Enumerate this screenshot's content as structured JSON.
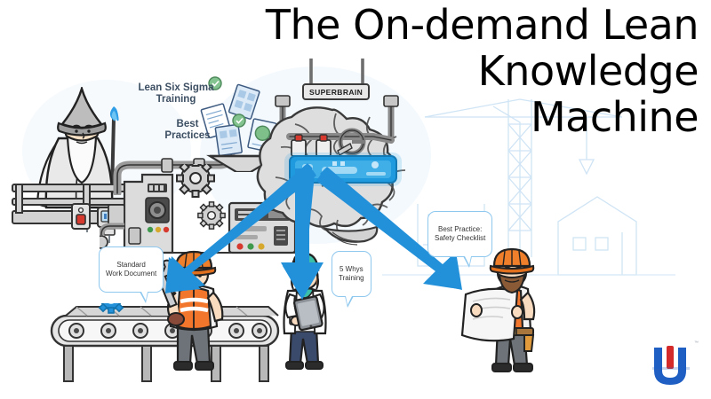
{
  "page": {
    "kind": "illustration-slide",
    "background_color": "#ffffff"
  },
  "title": {
    "lines": [
      "The On-demand Lean",
      "Knowledge",
      "Machine"
    ],
    "color": "#000000",
    "align": "right"
  },
  "labels": {
    "lean_six_sigma": "Lean Six Sigma\nTraining",
    "best_practices": "Best\nPractices",
    "color": "#3d4f63"
  },
  "machine": {
    "plate_label": "SUPERBRAIN",
    "plate_bg": "#e8e8e8",
    "plate_border": "#3b3b3b",
    "brain_color": "#d9d9d9",
    "screen_color": "#1f9ae0"
  },
  "callouts": [
    {
      "id": "standard-work-document",
      "text": "Standard\nWork Document",
      "border_color": "#8fc8ef"
    },
    {
      "id": "five-whys-training",
      "text": "5 Whys\nTraining",
      "border_color": "#8fc8ef"
    },
    {
      "id": "best-practice-safety",
      "text": "Best Practice:\nSafety Checklist",
      "border_color": "#8fc8ef"
    }
  ],
  "arrows": {
    "color": "#2391da",
    "count": 3,
    "targets": [
      "maintenance-worker",
      "lab-technician",
      "field-worker"
    ]
  },
  "characters": [
    {
      "id": "wizard",
      "name": "Wizard on platform",
      "hat": "#9e9e9e",
      "flame": "#2f9ee6"
    },
    {
      "id": "maintenance-worker",
      "name": "Worker with wrench",
      "helmet": "#ef7f2a",
      "vest": "#f2762b"
    },
    {
      "id": "lab-technician",
      "name": "Technician with tablet",
      "coat": "#ffffff",
      "scrubs": "#3bbfa8"
    },
    {
      "id": "field-worker",
      "name": "Worker reading document",
      "helmet": "#ef7f2a",
      "vest": "#f2762b"
    }
  ],
  "logo": {
    "mark": "U",
    "primary_color": "#1f5fc4",
    "accent_color": "#d42a2a",
    "trademark": "™"
  }
}
